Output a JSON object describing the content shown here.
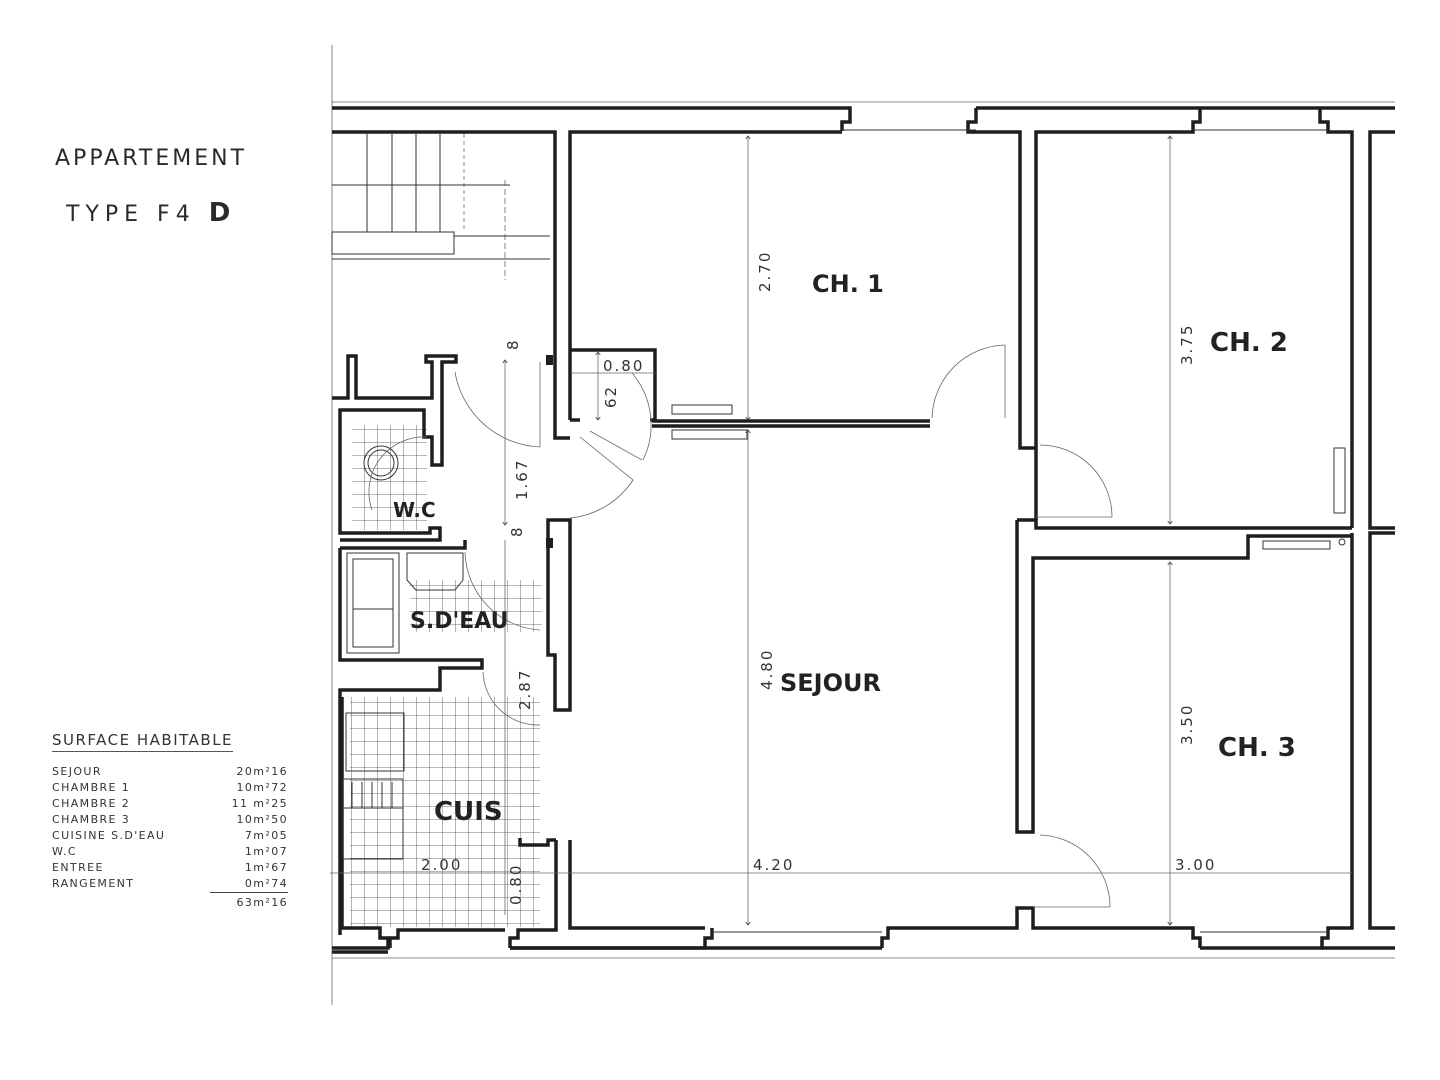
{
  "title": {
    "line1": "APPARTEMENT",
    "line2_prefix": "TYPE  F4",
    "line2_suffix": "D"
  },
  "surface_habitable": {
    "heading": "SURFACE HABITABLE",
    "rows": [
      {
        "label": "SEJOUR",
        "value": "20m²16"
      },
      {
        "label": "CHAMBRE 1",
        "value": "10m²72"
      },
      {
        "label": "CHAMBRE 2",
        "value": "11 m²25"
      },
      {
        "label": "CHAMBRE 3",
        "value": "10m²50"
      },
      {
        "label": "CUISINE S.D'EAU",
        "value": "7m²05"
      },
      {
        "label": "W.C",
        "value": "1m²07"
      },
      {
        "label": "ENTREE",
        "value": "1m²67"
      },
      {
        "label": "RANGEMENT",
        "value": "0m²74"
      }
    ],
    "total": "63m²16"
  },
  "rooms": {
    "ch1": "CH. 1",
    "ch2": "CH. 2",
    "ch3": "CH. 3",
    "sejour": "SEJOUR",
    "wc": "W.C",
    "sdeau": "S.D'EAU",
    "cuis": "CUIS"
  },
  "dimensions": {
    "ch1_depth": "2.70",
    "ch2_depth": "3.75",
    "ch3_depth": "3.50",
    "sejour_depth": "4.80",
    "sejour_width": "4.20",
    "ch3_width": "3.00",
    "cuis_width": "2.00",
    "entree_length": "1.67",
    "sdeau_length": "2.87",
    "rangement_width": "0.80",
    "rangement_depth": "62",
    "cuis_small": "0.80",
    "wall_top": "8",
    "wall_bottom": "8"
  },
  "colors": {
    "ink": "#1e1e1e",
    "paper": "#ffffff"
  }
}
